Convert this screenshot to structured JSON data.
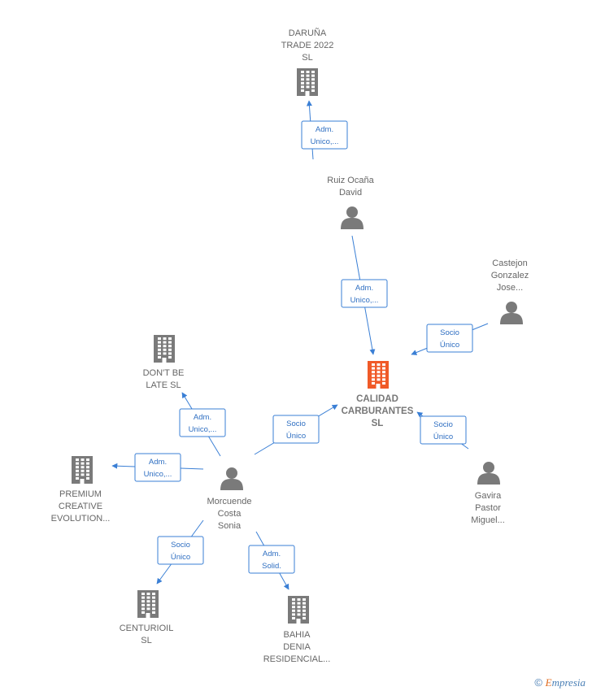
{
  "colors": {
    "edge": "#3a7fd5",
    "node_company": "#7a7a7a",
    "node_main": "#f05a28",
    "node_person": "#7a7a7a"
  },
  "nodes": [
    {
      "id": "calidad",
      "type": "company",
      "main": true,
      "lines": [
        "CALIDAD",
        "CARBURANTES",
        "SL"
      ]
    },
    {
      "id": "daruna",
      "type": "company",
      "lines": [
        "DARUÑA",
        "TRADE 2022",
        "SL"
      ]
    },
    {
      "id": "ruiz",
      "type": "person",
      "lines": [
        "Ruiz Ocaña",
        "David"
      ]
    },
    {
      "id": "castejon",
      "type": "person",
      "lines": [
        "Castejon",
        "Gonzalez",
        "Jose..."
      ]
    },
    {
      "id": "gavira",
      "type": "person",
      "lines": [
        "Gavira",
        "Pastor",
        "Miguel..."
      ]
    },
    {
      "id": "morcuende",
      "type": "person",
      "lines": [
        "Morcuende",
        "Costa",
        "Sonia"
      ]
    },
    {
      "id": "dontbelate",
      "type": "company",
      "lines": [
        "DON'T BE",
        "LATE  SL"
      ]
    },
    {
      "id": "premium",
      "type": "company",
      "lines": [
        "PREMIUM",
        "CREATIVE",
        "EVOLUTION..."
      ]
    },
    {
      "id": "centurioil",
      "type": "company",
      "lines": [
        "CENTURIOIL",
        "SL"
      ]
    },
    {
      "id": "bahia",
      "type": "company",
      "lines": [
        "BAHIA",
        "DENIA",
        "RESIDENCIAL..."
      ]
    }
  ],
  "edges": [
    {
      "from": "ruiz",
      "to": "daruna",
      "lines": [
        "Adm.",
        "Unico,..."
      ]
    },
    {
      "from": "ruiz",
      "to": "calidad",
      "lines": [
        "Adm.",
        "Unico,..."
      ]
    },
    {
      "from": "castejon",
      "to": "calidad",
      "lines": [
        "Socio",
        "Único"
      ]
    },
    {
      "from": "gavira",
      "to": "calidad",
      "lines": [
        "Socio",
        "Único"
      ]
    },
    {
      "from": "morcuende",
      "to": "calidad",
      "lines": [
        "Socio",
        "Único"
      ]
    },
    {
      "from": "morcuende",
      "to": "dontbelate",
      "lines": [
        "Adm.",
        "Unico,..."
      ]
    },
    {
      "from": "morcuende",
      "to": "premium",
      "lines": [
        "Adm.",
        "Unico,..."
      ]
    },
    {
      "from": "morcuende",
      "to": "centurioil",
      "lines": [
        "Socio",
        "Único"
      ]
    },
    {
      "from": "morcuende",
      "to": "bahia",
      "lines": [
        "Adm.",
        "Solid."
      ]
    }
  ],
  "copyright": {
    "symbol": "©",
    "brand_initial": "E",
    "brand_rest": "mpresia"
  }
}
